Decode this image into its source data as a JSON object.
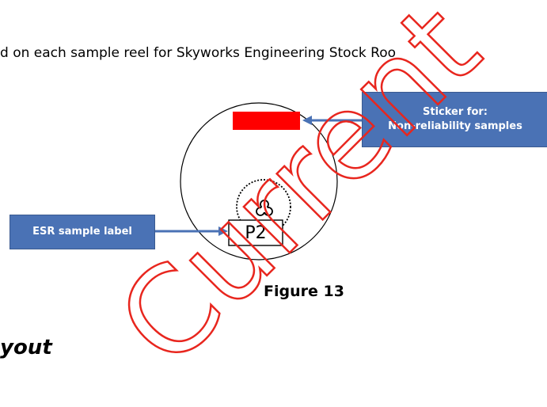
{
  "body_text": "d on each sample reel for Skyworks Engineering Stock Roo",
  "callouts": {
    "sticker_line1": "Sticker for:",
    "sticker_line2": "Non-reliability samples",
    "esr": "ESR sample label"
  },
  "reel": {
    "label": "P2",
    "sticker_color": "#ff0000"
  },
  "figure_caption": "Figure 13",
  "heading": "yout",
  "watermark": {
    "text": "Current",
    "color": "#e8261e"
  },
  "colors": {
    "callout_fill": "#4a72b5",
    "arrow": "#4a72b5"
  }
}
